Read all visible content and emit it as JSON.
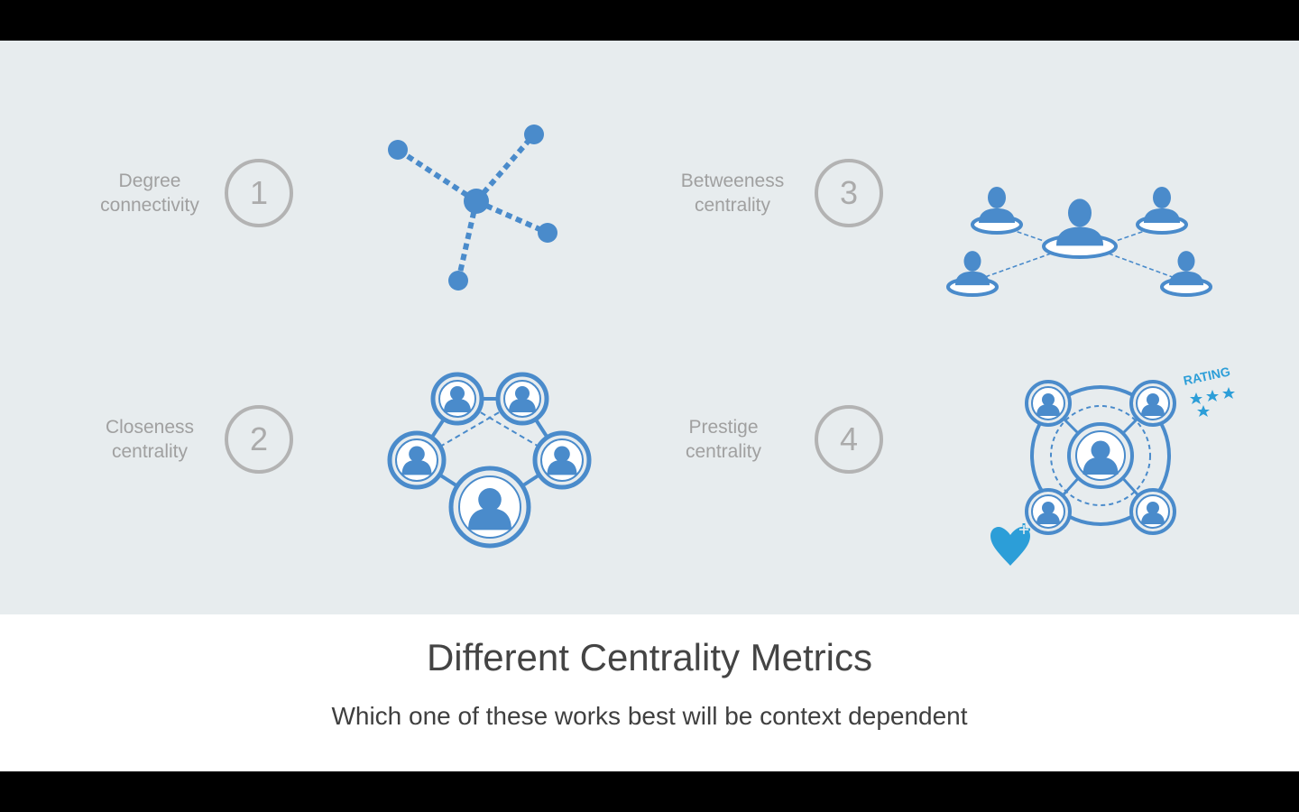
{
  "metrics": [
    {
      "number": "1",
      "line1": "Degree",
      "line2": "connectivity"
    },
    {
      "number": "2",
      "line1": "Closeness",
      "line2": "centrality"
    },
    {
      "number": "3",
      "line1": "Betweeness",
      "line2": "centrality"
    },
    {
      "number": "4",
      "line1": "Prestige",
      "line2": "centrality"
    }
  ],
  "badges": {
    "rating": "RATING"
  },
  "footer": {
    "title": "Different Centrality Metrics",
    "subtitle": "Which one of these works best will be context dependent"
  },
  "colors": {
    "panel": "#e7ecee",
    "accent": "#4a8bcb",
    "label": "#a0a0a0",
    "heart": "#2c9ed8"
  }
}
